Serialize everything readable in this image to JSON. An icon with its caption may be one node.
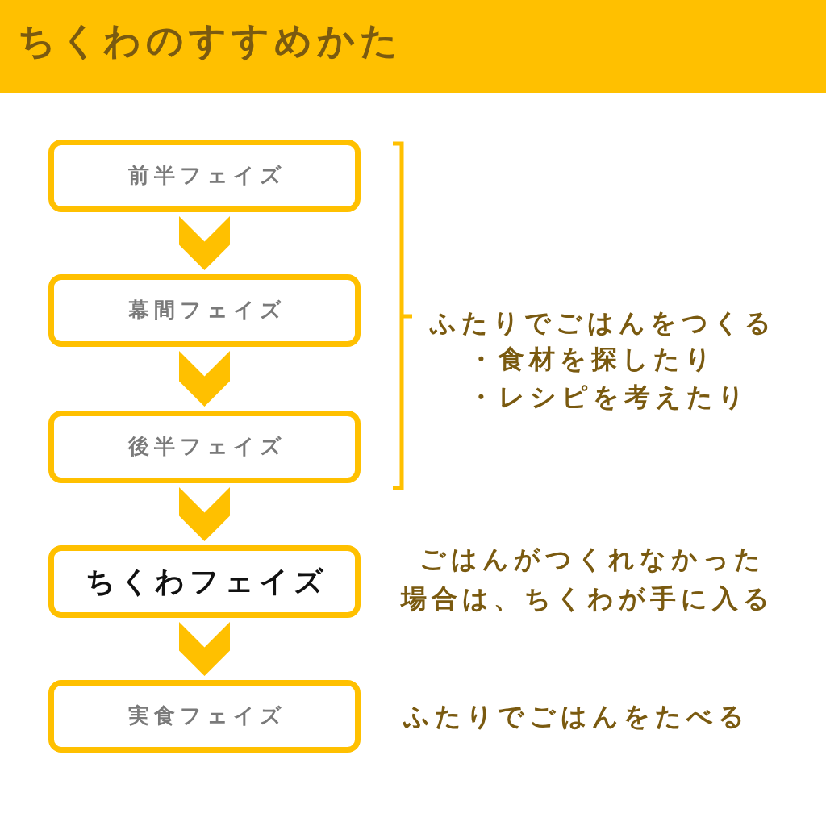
{
  "diagram": {
    "title": "ちくわのすすめかた",
    "nodes": [
      {
        "text": [
          "前半フェイズ"
        ]
      },
      {
        "text": [
          "幕間フェイズ"
        ]
      },
      {
        "text": [
          "後半フェイズ"
        ]
      },
      {
        "text": [
          "ちくわフェイズ"
        ],
        "beside": [
          "ごはんがつくれなかった場合は、ちくわが手に入る"
        ]
      },
      {
        "text": [
          "実食フェイズ"
        ],
        "beside": [
          "ふたりでごはんをたべる"
        ]
      }
    ],
    "edges": [
      {
        "from": 0,
        "to": 1,
        "arrow": "to"
      },
      {
        "from": 1,
        "to": 2,
        "arrow": "to"
      },
      {
        "from": 2,
        "to": 3,
        "arrow": "to"
      },
      {
        "from": 3,
        "to": 4,
        "arrow": "to"
      }
    ],
    "labels": [
      "ふたりでごはんをつくる",
      "・食材を探したり",
      "・レシピを考えたり"
    ]
  }
}
